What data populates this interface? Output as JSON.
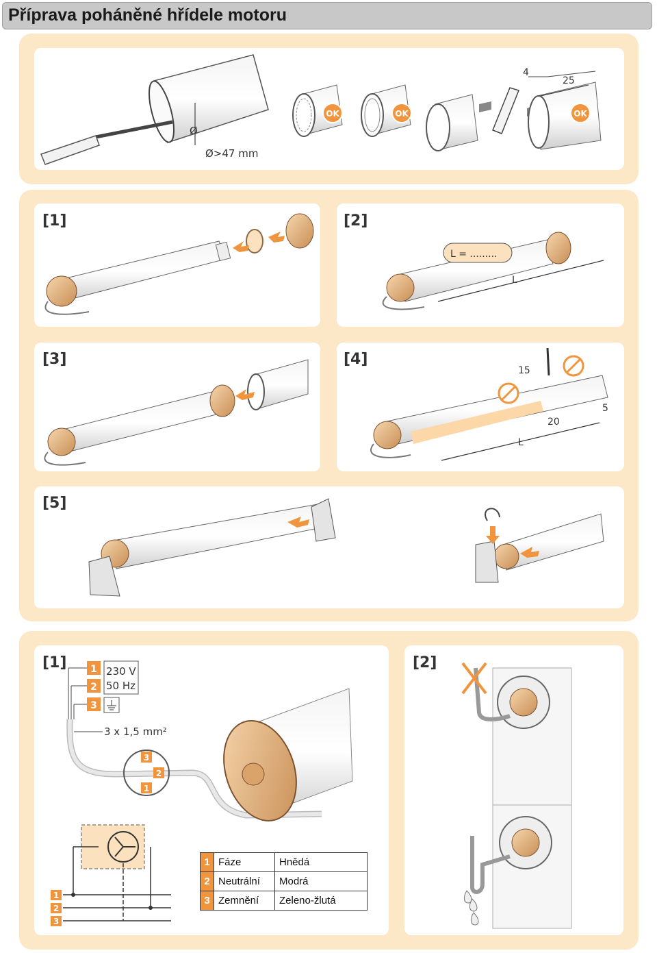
{
  "title": "Příprava poháněné hřídele motoru",
  "colors": {
    "accent": "#f0953d",
    "section_bg": "#fce8c6",
    "title_bg": "#c8c8c8"
  },
  "tube_check": {
    "diameter_symbol": "Ø",
    "diameter_rule": "Ø>47 mm",
    "ok_label": "OK",
    "dim_4": "4",
    "dim_25": "25"
  },
  "mechanical_steps": [
    {
      "label": "[1]"
    },
    {
      "label": "[2]",
      "length_box": "L = .........",
      "dim_L": "L"
    },
    {
      "label": "[3]"
    },
    {
      "label": "[4]",
      "dim_15": "15",
      "dim_20": "20",
      "dim_5": "5",
      "dim_L": "L"
    },
    {
      "label": "[5]"
    }
  ],
  "electrical_steps": [
    {
      "label": "[1]",
      "terminals": [
        "1",
        "2",
        "3"
      ],
      "supply_voltage": "230 V",
      "supply_freq": "50 Hz",
      "cable_spec": "3 x 1,5 mm²",
      "connector_numbers": [
        "3",
        "2",
        "1"
      ],
      "bus_numbers": [
        "1",
        "2",
        "3"
      ]
    },
    {
      "label": "[2]"
    }
  ],
  "legend": [
    {
      "num": "1",
      "name": "Fáze",
      "color": "Hnědá"
    },
    {
      "num": "2",
      "name": "Neutrální",
      "color": "Modrá"
    },
    {
      "num": "3",
      "name": "Zemnění",
      "color": "Zeleno-žlutá"
    }
  ]
}
